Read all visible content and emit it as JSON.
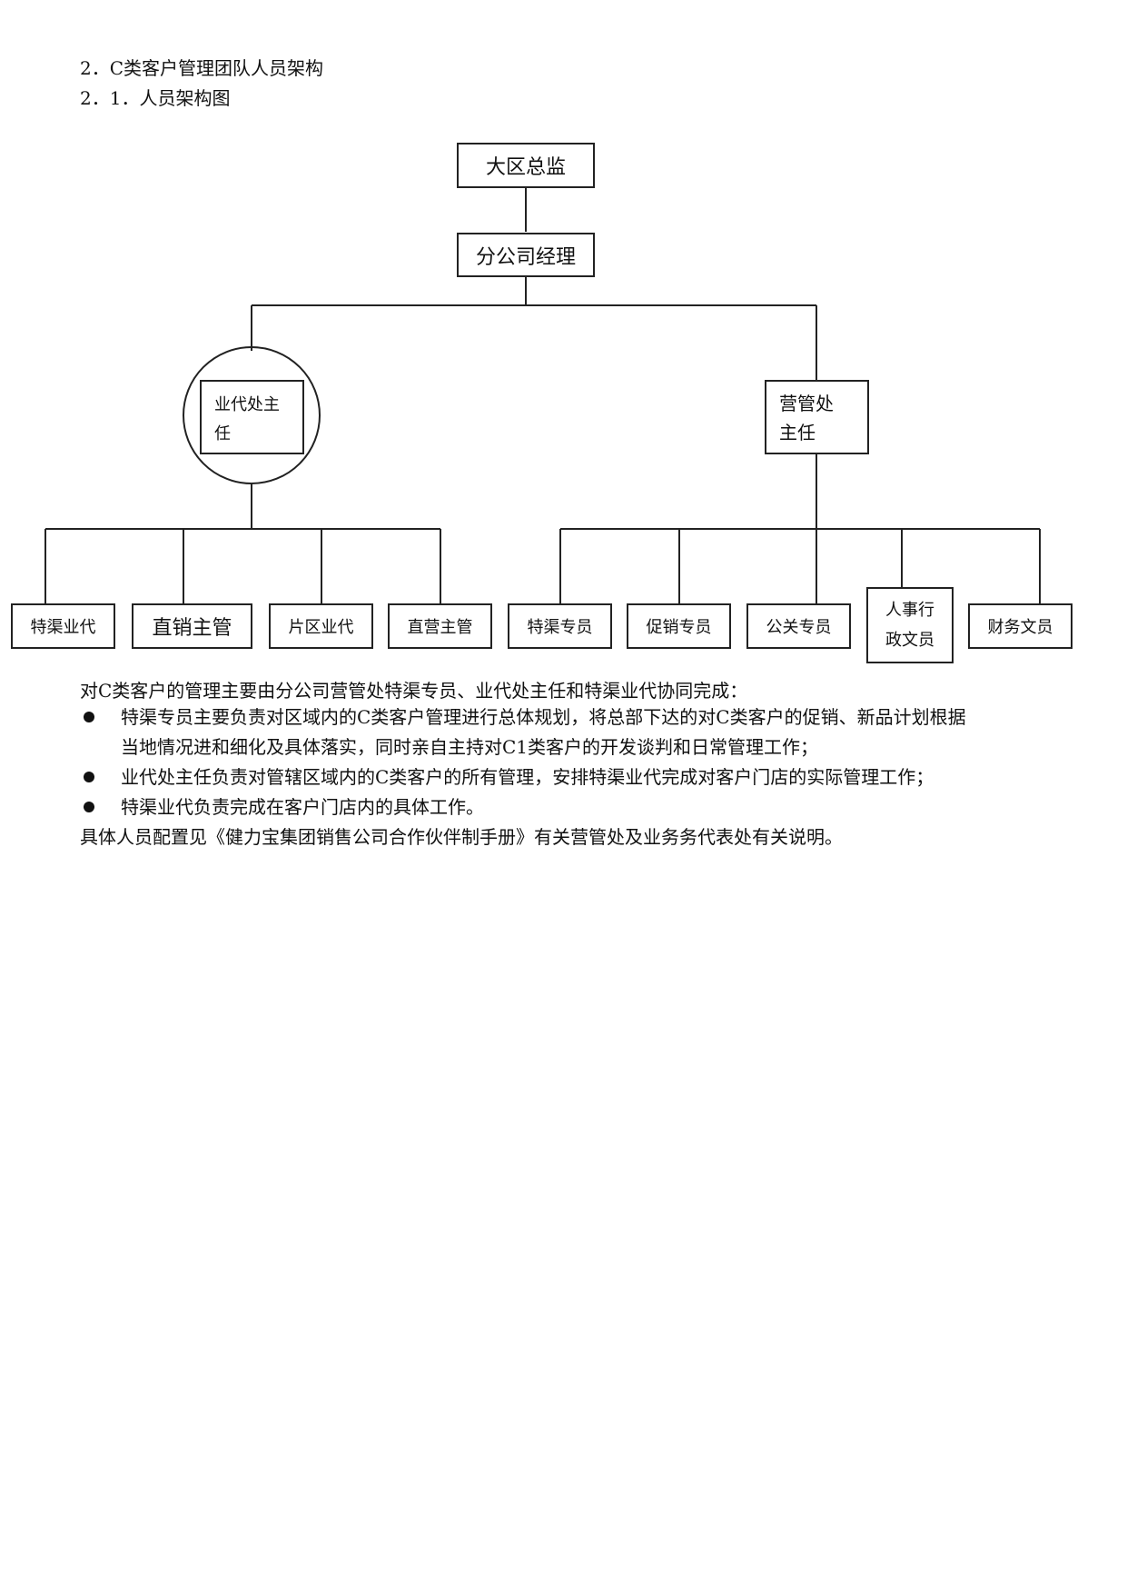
{
  "headings": {
    "section": "2．C类客户管理团队人员架构",
    "subsection": "2．1．人员架构图"
  },
  "org_chart": {
    "top": "大区总监",
    "second": "分公司经理",
    "left_head": "业代处主任",
    "right_head": "营管处主任",
    "left_children": [
      "特渠业代",
      "直销主管",
      "片区业代",
      "直营主管"
    ],
    "right_children": [
      "特渠专员",
      "促销专员",
      "公关专员",
      "人事行政文员",
      "财务文员"
    ]
  },
  "body": {
    "intro": "对C类客户的管理主要由分公司营管处特渠专员、业代处主任和特渠业代协同完成：",
    "bullets": [
      {
        "line1": "特渠专员主要负责对区域内的C类客户管理进行总体规划，将总部下达的对C类客户的促销、新品计划根据",
        "line2": "当地情况进和细化及具体落实，同时亲自主持对C1类客户的开发谈判和日常管理工作；"
      },
      {
        "line1": "业代处主任负责对管辖区域内的C类客户的所有管理，安排特渠业代完成对客户门店的实际管理工作；"
      },
      {
        "line1": "特渠业代负责完成在客户门店内的具体工作。"
      }
    ],
    "closing": "具体人员配置见《健力宝集团销售公司合作伙伴制手册》有关营管处及业务务代表处有关说明。"
  }
}
